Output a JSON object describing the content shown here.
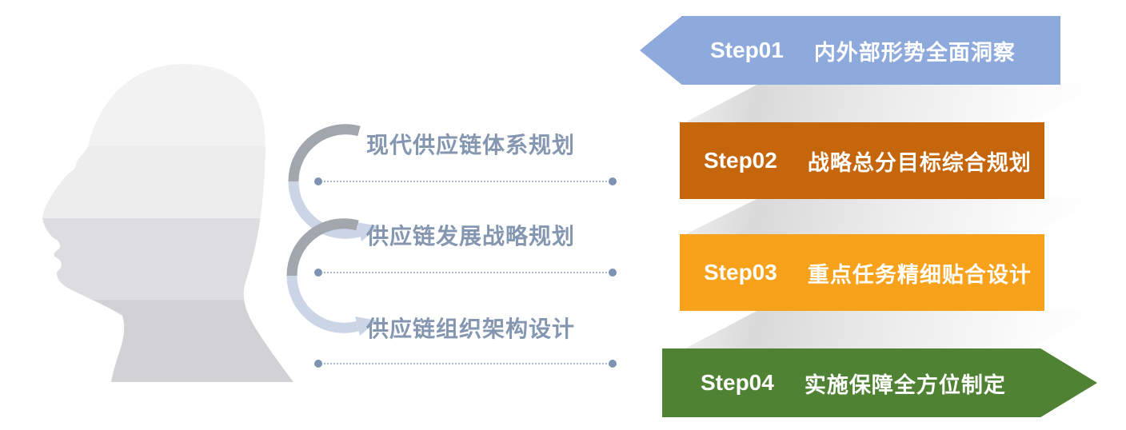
{
  "focus_items": [
    {
      "label": "现代供应链体系规划"
    },
    {
      "label": "供应链发展战略规划"
    },
    {
      "label": "供应链组织架构设计"
    }
  ],
  "steps": [
    {
      "step": "Step01",
      "label": "内外部形势全面洞察",
      "color": "#8EA9DC",
      "shape": "arrow-left"
    },
    {
      "step": "Step02",
      "label": "战略总分目标综合规划",
      "color": "#C5660C",
      "shape": "rectangle"
    },
    {
      "step": "Step03",
      "label": "重点任务精细贴合设计",
      "color": "#F8A11A",
      "shape": "rectangle"
    },
    {
      "step": "Step04",
      "label": "实施保障全方位制定",
      "color": "#4F8232",
      "shape": "arrow-right"
    }
  ],
  "colors": {
    "focus_text": "#8496B0",
    "dotted_line": "#A9B7CE",
    "line_dot": "#7E92B1",
    "arrow_dark": "#A2A6AD",
    "arrow_light": "#CBD5E6",
    "head_band_1": "#F2F2F3",
    "head_band_2": "#EDEDEE",
    "head_band_3": "#DDDDE0",
    "head_band_4": "#D2D2D5"
  },
  "icons": {
    "head": "head-profile-silhouette",
    "arrow": "curved-down-arrow"
  }
}
